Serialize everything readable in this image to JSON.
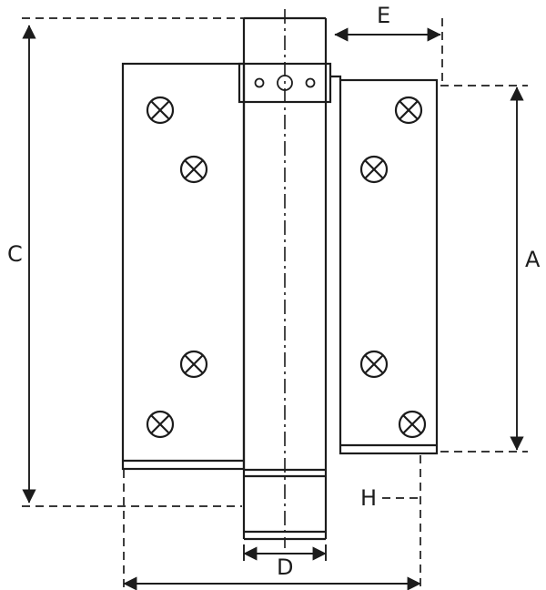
{
  "diagram": {
    "background_color": "#ffffff",
    "line_color": "#1c1c1c",
    "labels": {
      "c": "C",
      "a": "A",
      "e": "E",
      "d": "D",
      "h": "H"
    }
  }
}
